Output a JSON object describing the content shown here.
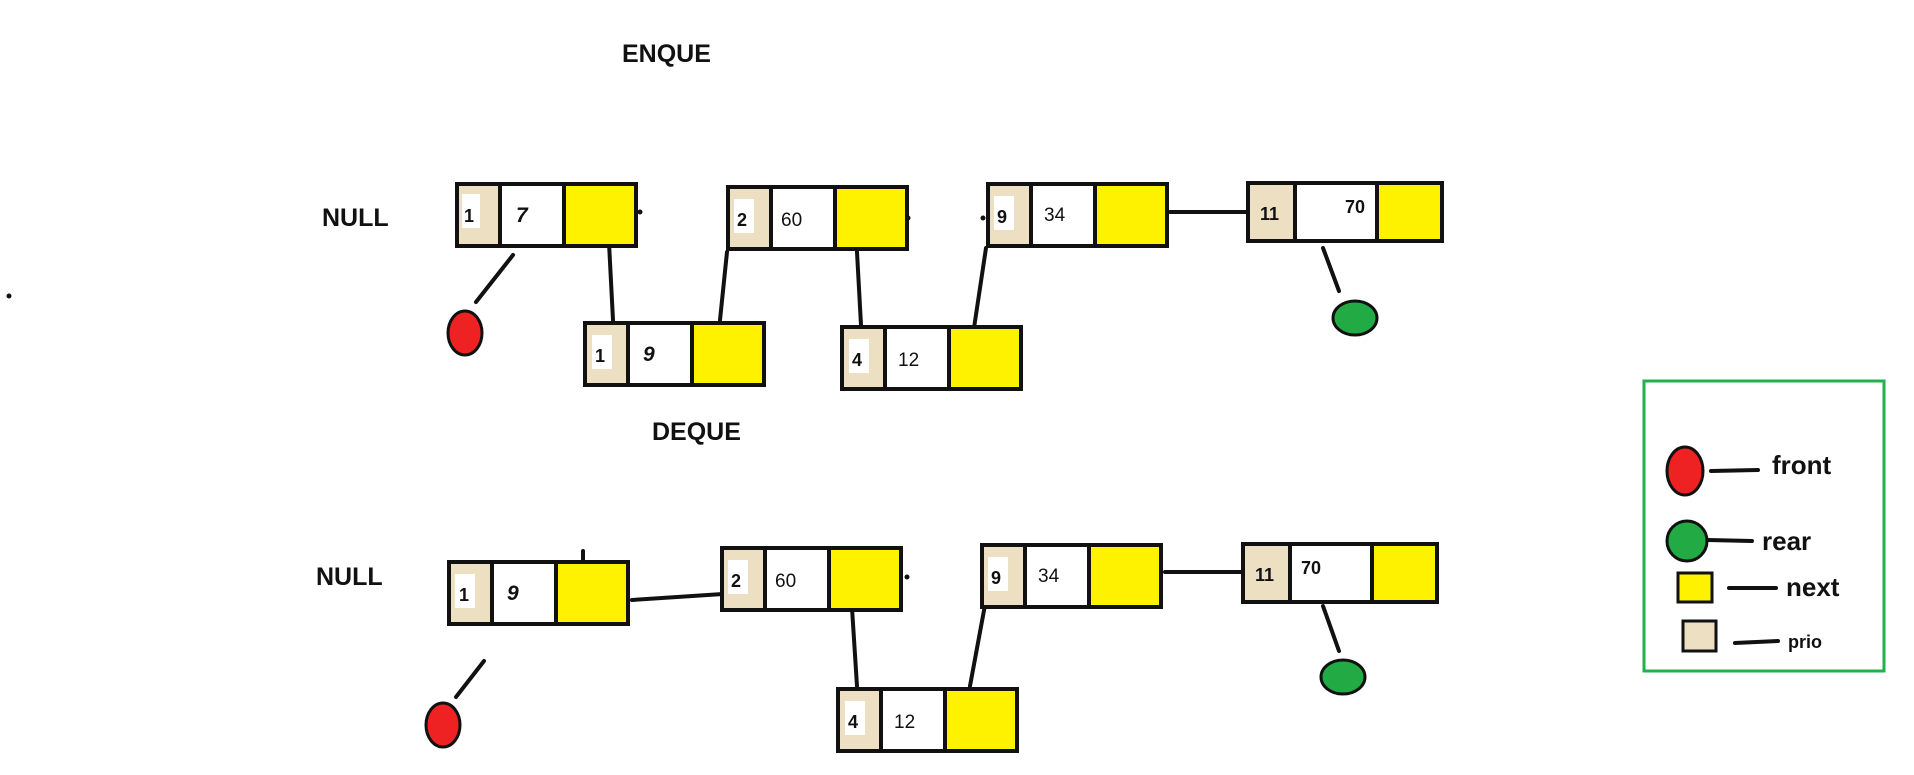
{
  "colors": {
    "prio": "#ede0c2",
    "next": "#fff200",
    "front": "#ee2222",
    "rear": "#22aa44",
    "legend_border": "#22b14c",
    "stroke": "#111111"
  },
  "enque": {
    "title": "ENQUE",
    "null_label": "NULL",
    "nodes": [
      {
        "prio": "1",
        "value": "7"
      },
      {
        "prio": "1",
        "value": "9"
      },
      {
        "prio": "2",
        "value": "60"
      },
      {
        "prio": "4",
        "value": "12"
      },
      {
        "prio": "9",
        "value": "34"
      },
      {
        "prio": "11",
        "value": "70"
      }
    ]
  },
  "deque": {
    "title": "DEQUE",
    "null_label": "NULL",
    "nodes": [
      {
        "prio": "1",
        "value": "9"
      },
      {
        "prio": "2",
        "value": "60"
      },
      {
        "prio": "4",
        "value": "12"
      },
      {
        "prio": "9",
        "value": "34"
      },
      {
        "prio": "11",
        "value": "70"
      }
    ]
  },
  "legend": {
    "front": "front",
    "rear": "rear",
    "next": "next",
    "prio": "prio"
  }
}
